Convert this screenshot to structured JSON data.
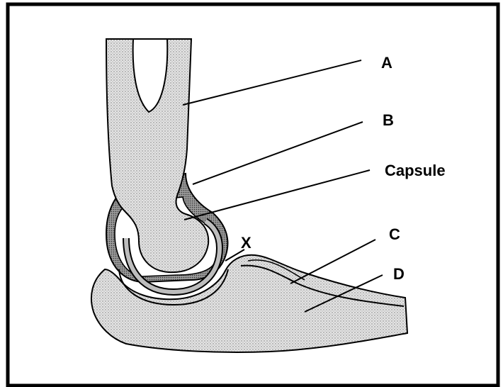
{
  "labels": {
    "a": "A",
    "b": "B",
    "capsule": "Capsule",
    "c": "C",
    "d": "D",
    "x": "X"
  },
  "colors": {
    "outline": "#000000",
    "bone_fill": "#d9d9d9",
    "cartilage_fill": "#8a8a8a",
    "background": "#ffffff"
  }
}
